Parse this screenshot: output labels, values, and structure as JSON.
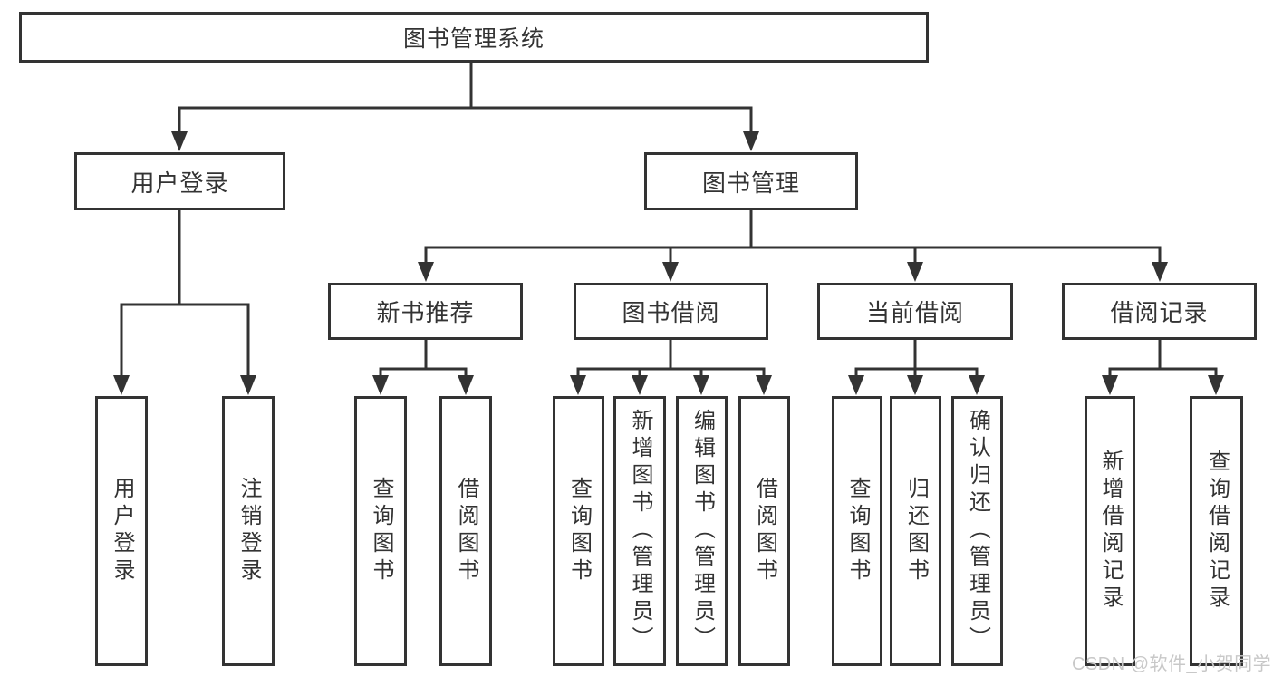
{
  "diagram_title": "图书管理系统",
  "nodes": {
    "root": "图书管理系统",
    "login": "用户登录",
    "manage": "图书管理",
    "recommend": "新书推荐",
    "borrow": "图书借阅",
    "current": "当前借阅",
    "record": "借阅记录"
  },
  "leaves": [
    "用户登录",
    "注销登录",
    "查询图书",
    "借阅图书",
    "查询图书",
    "新增图书（管理员）",
    "编辑图书（管理员）",
    "借阅图书",
    "查询图书",
    "归还图书",
    "确认归还（管理员）",
    "新增借阅记录",
    "查询借阅记录"
  ],
  "hierarchy": {
    "图书管理系统": [
      "用户登录",
      "图书管理"
    ],
    "用户登录": [
      "用户登录",
      "注销登录"
    ],
    "图书管理": [
      "新书推荐",
      "图书借阅",
      "当前借阅",
      "借阅记录"
    ],
    "新书推荐": [
      "查询图书",
      "借阅图书"
    ],
    "图书借阅": [
      "查询图书",
      "新增图书（管理员）",
      "编辑图书（管理员）",
      "借阅图书"
    ],
    "当前借阅": [
      "查询图书",
      "归还图书",
      "确认归还（管理员）"
    ],
    "借阅记录": [
      "新增借阅记录",
      "查询借阅记录"
    ]
  },
  "watermark": "CSDN @软件_小贺同学",
  "colors": {
    "line": "#333333",
    "text": "#333333",
    "box_fill": "#ffffff",
    "background": "#ffffff",
    "watermark": "#c8c8c8"
  }
}
